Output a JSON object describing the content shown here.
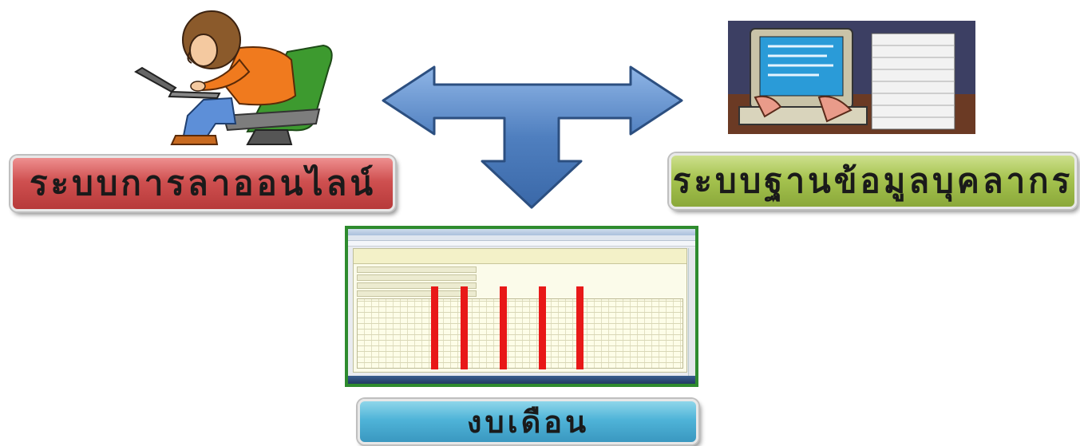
{
  "labels": {
    "leave_system": "ระบบการลาออนไลน์",
    "personnel_db": "ระบบฐานข้อมูลบุคลากร",
    "payroll": "งบเดือน"
  },
  "colors": {
    "red_label": "#cf5050",
    "green_label": "#a6c34f",
    "blue_label": "#4fb4d8",
    "arrow_fill": "#4f7fbf",
    "screenshot_border": "#2e8b2e"
  }
}
